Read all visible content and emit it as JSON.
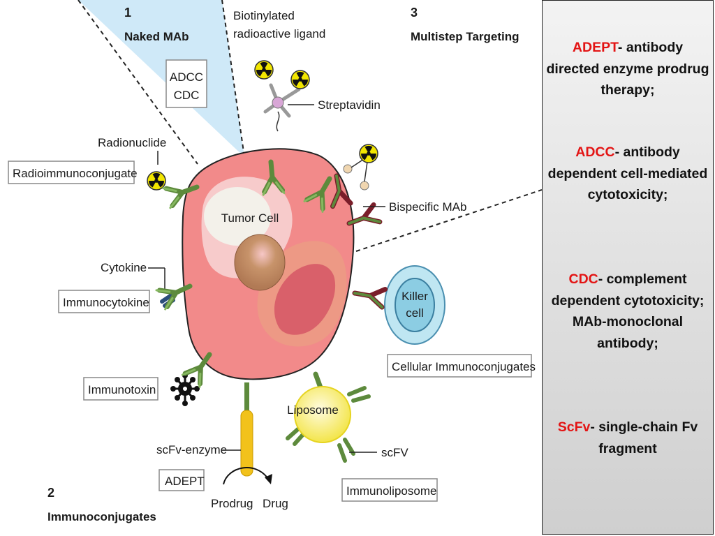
{
  "diagram": {
    "section1": {
      "number": "1",
      "title": "Naked MAb",
      "box": [
        "ADCC",
        "CDC"
      ]
    },
    "section2": {
      "number": "2",
      "title": "Immunoconjugates"
    },
    "section3": {
      "number": "3",
      "title": "Multistep Targeting"
    },
    "tumor_label": "Tumor Cell",
    "killer_label": [
      "Killer",
      "cell"
    ],
    "liposome_label": "Liposome",
    "labels": {
      "biotinylated": [
        "Biotinylated",
        "radioactive ligand"
      ],
      "streptavidin": "Streptavidin",
      "radionuclide": "Radionuclide",
      "radioimmunoconjugate": "Radioimmunoconjugate",
      "bispecific": "Bispecific MAb",
      "cytokine": "Cytokine",
      "immunocytokine": "Immunocytokine",
      "cellular": "Cellular Immunoconjugates",
      "immunotoxin": "Immunotoxin",
      "scfv_enzyme": "scFv-enzyme",
      "adept": "ADEPT",
      "prodrug": "Prodrug",
      "drug": "Drug",
      "scfv": "scFV",
      "immunoliposome": "Immunoliposome"
    },
    "colors": {
      "tumor": "#f28a8a",
      "antibody": "#5d8a3c",
      "bispecific": "#7a1e2a",
      "naked_wedge": "#cfe9f8",
      "killer": "#bfe6f2",
      "liposome": "#f5ec6a",
      "enzyme": "#f2c21b",
      "radio": "#f2e600"
    }
  },
  "side_panel": {
    "definitions": [
      {
        "term": "ADEPT",
        "text": "- antibody directed enzyme prodrug therapy;"
      },
      {
        "term": "ADCC",
        "text": "- antibody dependent cell-mediated cytotoxicity;"
      },
      {
        "term": "CDC",
        "text": "- complement dependent cytotoxicity; MAb-monoclonal antibody;"
      },
      {
        "term": "ScFv",
        "text": "- single-chain Fv fragment"
      }
    ]
  }
}
